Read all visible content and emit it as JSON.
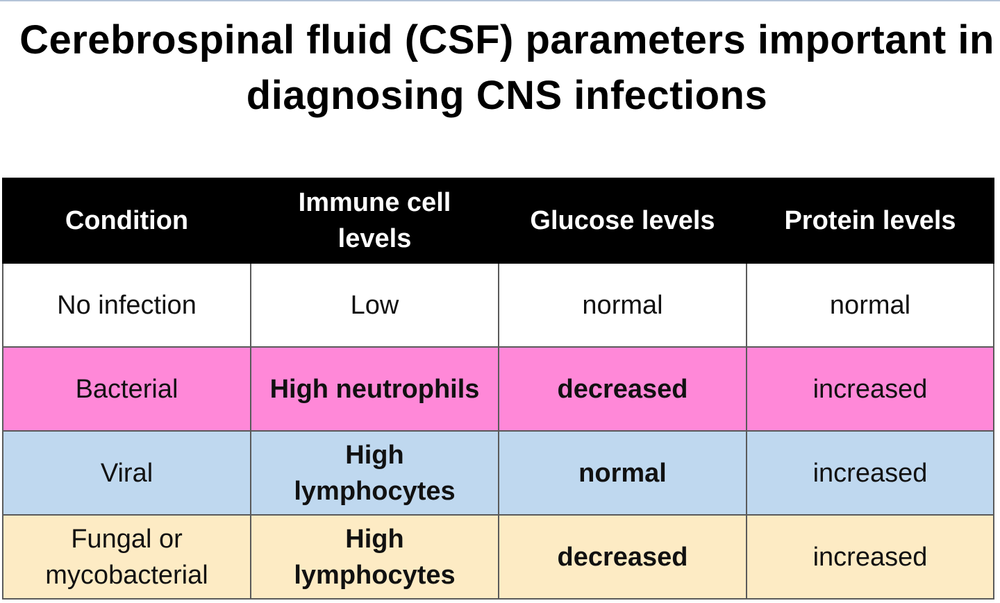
{
  "title": {
    "line1": "Cerebrospinal fluid (CSF) parameters important in",
    "line2": "diagnosing CNS infections"
  },
  "table": {
    "headers": [
      "Condition",
      "Immune cell levels",
      "Glucose levels",
      "Protein levels"
    ],
    "rows": [
      {
        "condition": "No infection",
        "immune": "Low",
        "glucose": "normal",
        "protein": "normal",
        "color": "#ffffff"
      },
      {
        "condition": "Bacterial",
        "immune": "High neutrophils",
        "glucose": "decreased",
        "protein": "increased",
        "color": "#ff88d8"
      },
      {
        "condition": "Viral",
        "immune": "High lymphocytes",
        "glucose": "normal",
        "protein": "increased",
        "color": "#bfd8ef"
      },
      {
        "condition": "Fungal or mycobacterial",
        "immune": "High lymphocytes",
        "glucose": "decreased",
        "protein": "increased",
        "color": "#fdebc4"
      }
    ]
  },
  "colors": {
    "header_background": "#000000",
    "header_text": "#ffffff",
    "border": "#5a5a5a"
  }
}
